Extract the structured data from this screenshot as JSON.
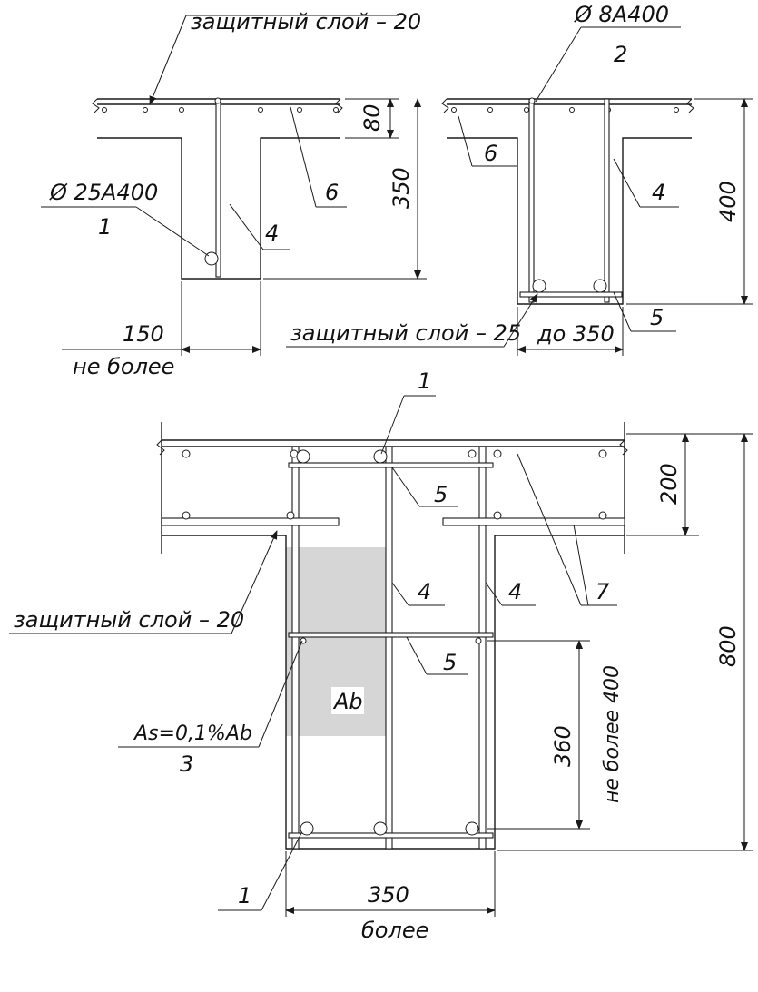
{
  "colors": {
    "line": "#1a1a1a",
    "shade": "#d6d6d6",
    "background": "#ffffff"
  },
  "top_left": {
    "cover_top": "защитный слой – 20",
    "rebar_main": "Ø 25А400",
    "rebar_main_num": "1",
    "mark_4": "4",
    "mark_6": "6",
    "dim_80": "80",
    "dim_350": "350",
    "dim_150": "150",
    "dim_150_note": "не более"
  },
  "top_right": {
    "rebar_stirrup": "Ø 8А400",
    "rebar_stirrup_num": "2",
    "mark_6": "6",
    "mark_4": "4",
    "mark_5": "5",
    "dim_400": "400",
    "cover_bottom": "защитный слой – 25",
    "width_note": "до 350"
  },
  "bottom": {
    "mark_1_top": "1",
    "mark_5_upper": "5",
    "mark_4_left": "4",
    "mark_4_right": "4",
    "mark_7": "7",
    "mark_5_lower": "5",
    "cover_side": "защитный слой – 20",
    "as_formula": "As=0,1%Ab",
    "as_num": "3",
    "area_label": "Ab",
    "dim_200": "200",
    "dim_800": "800",
    "dim_360": "360",
    "dim_360_note": "не более 400",
    "mark_1_bottom": "1",
    "dim_350": "350",
    "dim_350_note": "более"
  }
}
